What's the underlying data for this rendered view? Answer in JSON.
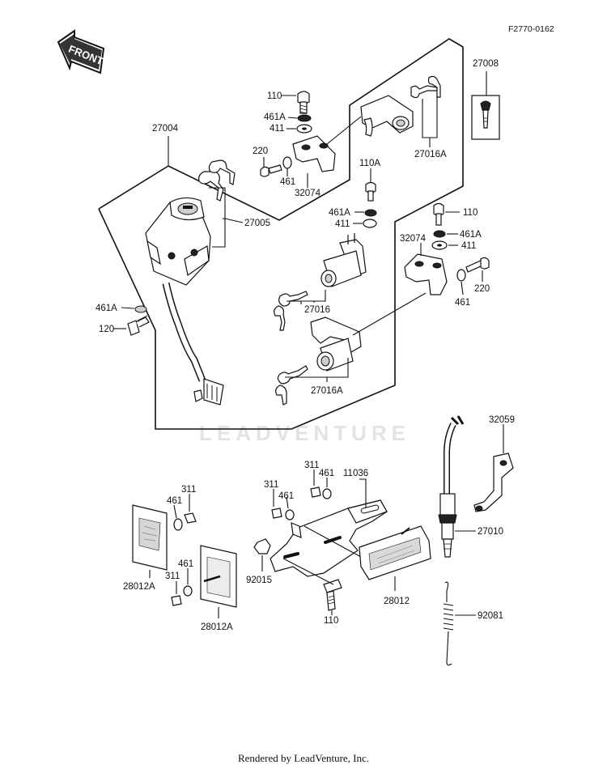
{
  "document": {
    "id": "F2770-0162",
    "front_label": "FRONT",
    "watermark": "LEADVENTURE",
    "footer": "Rendered by LeadVenture, Inc."
  },
  "labels": {
    "p27004": "27004",
    "p27005": "27005",
    "p461a_left": "461A",
    "p120": "120",
    "p110_top": "110",
    "p461a_top": "461A",
    "p411_top": "411",
    "p220_left": "220",
    "p461_top": "461",
    "p32074_left": "32074",
    "p27016a_top": "27016A",
    "p27008": "27008",
    "p110a": "110A",
    "p461a_mid": "461A",
    "p411_mid": "411",
    "p27016": "27016",
    "p27016a_bottom": "27016A",
    "p110_right": "110",
    "p461a_right": "461A",
    "p411_right": "411",
    "p32074_right": "32074",
    "p220_right": "220",
    "p461_right": "461",
    "p32059": "32059",
    "p27010": "27010",
    "p92081": "92081",
    "p311_a": "311",
    "p461_a": "461",
    "p28012a_a": "28012A",
    "p461_b": "461",
    "p311_b": "311",
    "p28012a_b": "28012A",
    "p311_c": "311",
    "p461_c": "461",
    "p311_d": "311",
    "p461_d": "461",
    "p11036": "11036",
    "p92015": "92015",
    "p110_bottom": "110",
    "p28012": "28012"
  }
}
